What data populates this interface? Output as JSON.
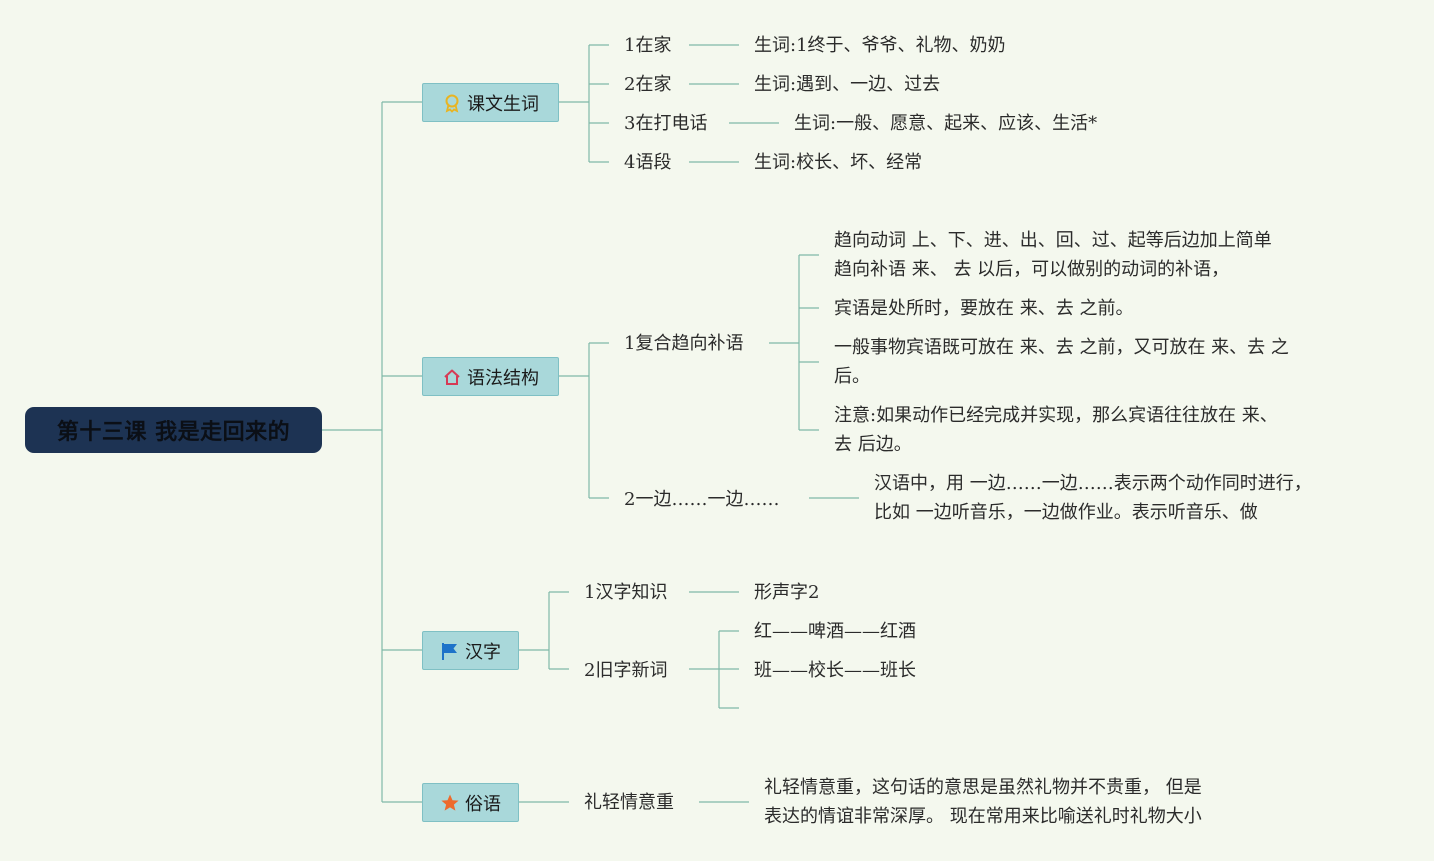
{
  "root": {
    "title": "第十三课 我是走回来的"
  },
  "branches": [
    {
      "label": "课文生词",
      "icon": "award-ribbon-icon",
      "children": [
        {
          "label": "1在家",
          "detail": "生词:1终于、爷爷、礼物、奶奶"
        },
        {
          "label": "2在家",
          "detail": "生词:遇到、一边、过去"
        },
        {
          "label": "3在打电话",
          "detail": "生词:一般、愿意、起来、应该、生活*"
        },
        {
          "label": "4语段",
          "detail": "生词:校长、坏、经常"
        }
      ]
    },
    {
      "label": "语法结构",
      "icon": "home-icon",
      "children": [
        {
          "label": "1复合趋向补语",
          "details": [
            {
              "line1": "趋向动词 上、下、进、出、回、过、起等后边加上简单",
              "line2": "趋向补语 来、 去 以后，可以做别的动词的补语，"
            },
            {
              "line1": "宾语是处所时，要放在 来、去 之前。",
              "line2": ""
            },
            {
              "line1": "一般事物宾语既可放在 来、去 之前，又可放在 来、去 之",
              "line2": "后。"
            },
            {
              "line1": "注意:如果动作已经完成并实现，那么宾语往往放在 来、",
              "line2": "去 后边。"
            }
          ]
        },
        {
          "label": "2一边……一边……",
          "detail_line1": "汉语中，用 一边……一边……表示两个动作同时进行，",
          "detail_line2": "比如 一边听音乐，一边做作业。表示听音乐、做"
        }
      ]
    },
    {
      "label": "汉字",
      "icon": "flag-icon",
      "children": [
        {
          "label": "1汉字知识",
          "detail": "形声字2"
        },
        {
          "label": "2旧字新词",
          "details": [
            "红——啤酒——红酒",
            "班——校长——班长"
          ]
        }
      ]
    },
    {
      "label": "俗语",
      "icon": "star-icon",
      "children": [
        {
          "label": "礼轻情意重",
          "detail_line1": "礼轻情意重，这句话的意思是虽然礼物并不贵重， 但是",
          "detail_line2": "表达的情谊非常深厚。 现在常用来比喻送礼时礼物大小"
        }
      ]
    }
  ],
  "colors": {
    "background": "#f4f8ee",
    "root_fill": "#1d3353",
    "branch_fill": "#a9d8da",
    "connector": "#7fb8a8",
    "star": "#ee6a2c",
    "flag": "#1e73c9",
    "home": "#d63a55",
    "ribbon": "#e8b422"
  }
}
